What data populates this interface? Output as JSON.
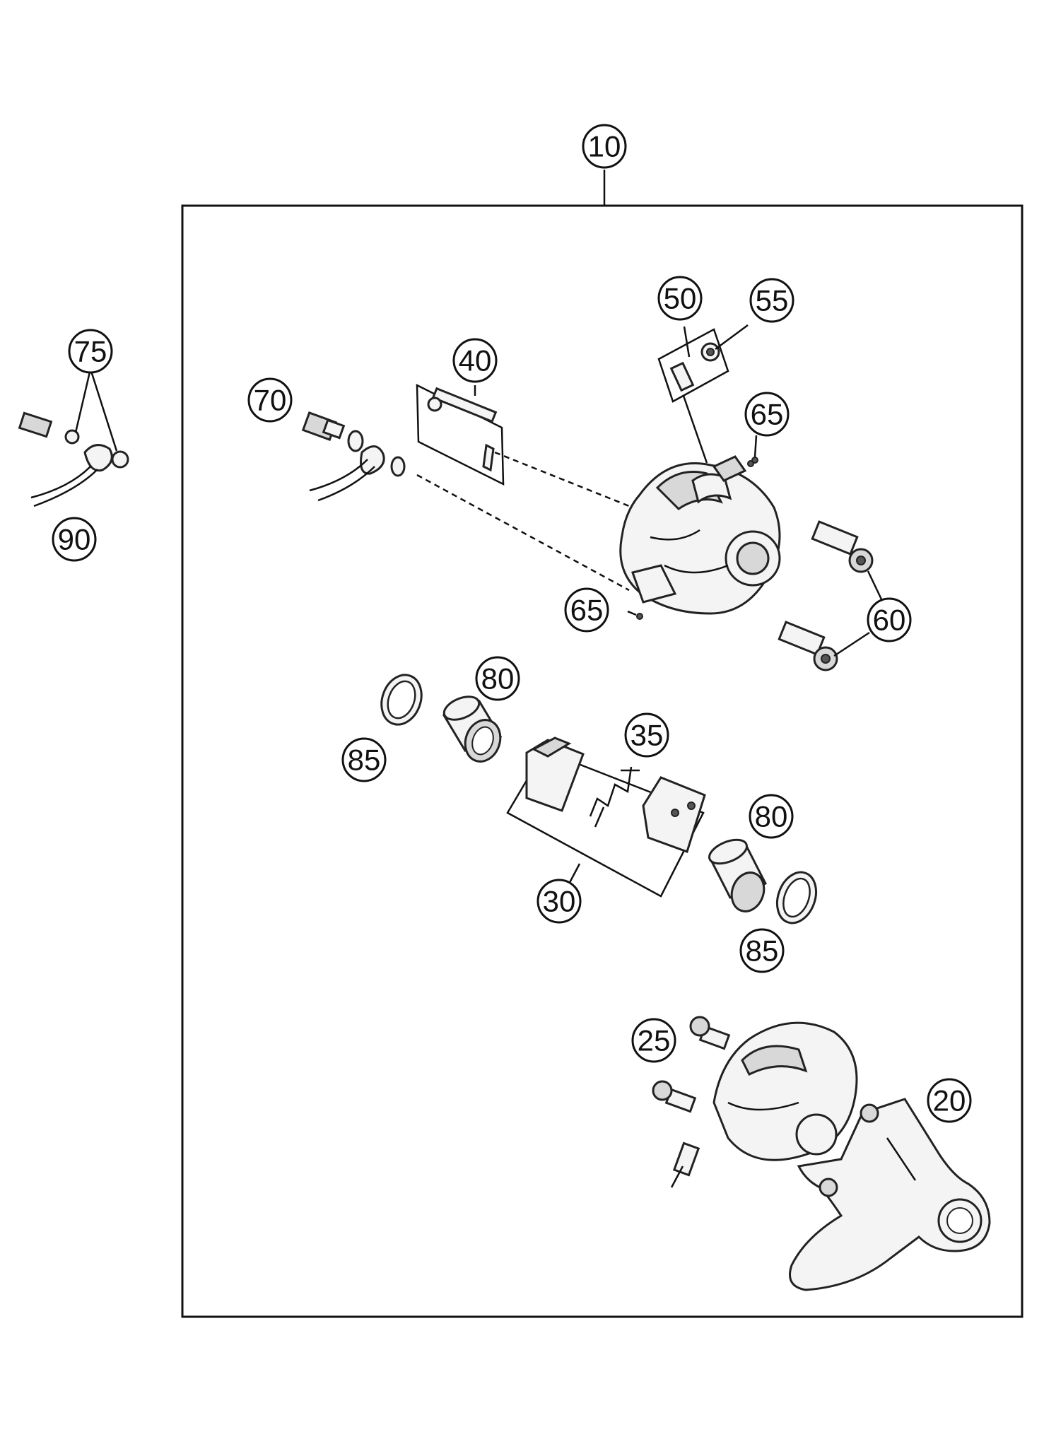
{
  "diagram": {
    "callouts": {
      "c10": "10",
      "c20": "20",
      "c25": "25",
      "c30": "30",
      "c35": "35",
      "c40": "40",
      "c50": "50",
      "c55": "55",
      "c60": "60",
      "c65a": "65",
      "c65b": "65",
      "c70": "70",
      "c75": "75",
      "c80a": "80",
      "c80b": "80",
      "c85a": "85",
      "c85b": "85",
      "c90": "90"
    },
    "colors": {
      "line": "#111111",
      "part_fill": "#f4f4f4",
      "shade": "#d8d8d8"
    }
  }
}
